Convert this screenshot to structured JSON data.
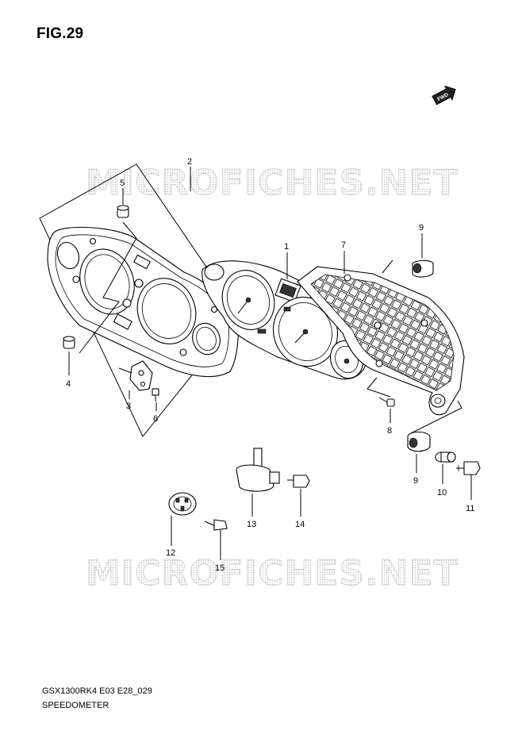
{
  "figure": {
    "title": "FIG.29"
  },
  "footer": {
    "model_code": "GSX1300RK4 E03 E28_029",
    "section_name": "SPEEDOMETER"
  },
  "watermark": {
    "text": "MICROFICHES.NET"
  },
  "fwd_badge": {
    "text": "FWD"
  },
  "callouts": {
    "c1": "1",
    "c2": "2",
    "c3": "3",
    "c4": "4",
    "c5": "5",
    "c6": "6",
    "c7": "7",
    "c8": "8",
    "c9a": "9",
    "c9b": "9",
    "c10": "10",
    "c11": "11",
    "c12": "12",
    "c13": "13",
    "c14": "14",
    "c15": "15"
  }
}
